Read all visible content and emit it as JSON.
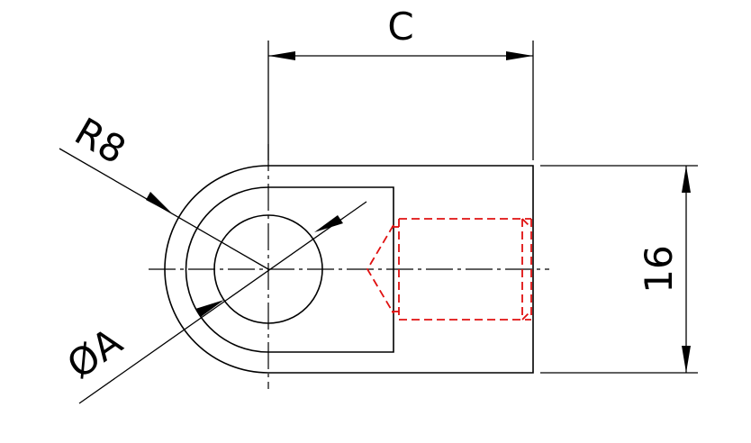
{
  "labels": {
    "top_dimension": "C",
    "right_dimension": "16",
    "radius": "R8",
    "diameter": "ØA"
  },
  "colors": {
    "outline": "#000000",
    "hidden_thread": "#e01010",
    "background": "#ffffff"
  }
}
